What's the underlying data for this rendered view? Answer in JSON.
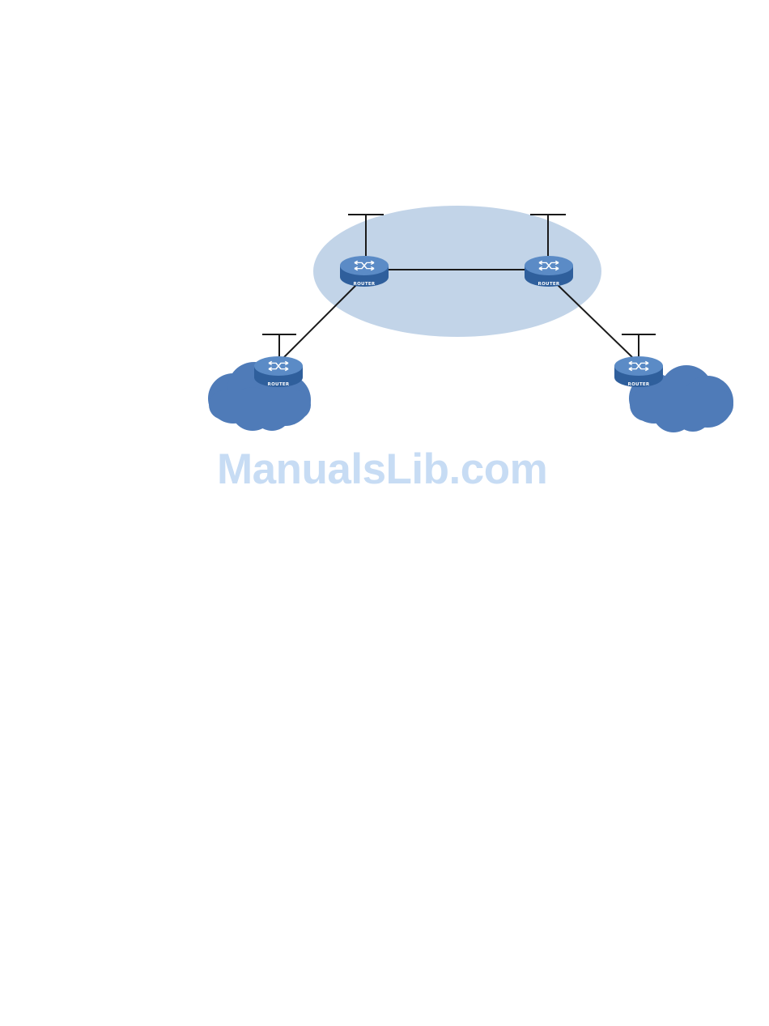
{
  "colors": {
    "area": "#c2d4e8",
    "cloud": "#4f7bb8",
    "router_top": "#5b8bc6",
    "router_side": "#2f5f9c",
    "link": "#1a1a1a",
    "watermark": "#c7dcf4"
  },
  "routers": [
    {
      "id": "router-top-left",
      "label": "ROUTER"
    },
    {
      "id": "router-top-right",
      "label": "ROUTER"
    },
    {
      "id": "router-bottom-left",
      "label": "ROUTER"
    },
    {
      "id": "router-bottom-right",
      "label": "ROUTER"
    }
  ],
  "watermark": {
    "text": "ManualsLib.com"
  }
}
